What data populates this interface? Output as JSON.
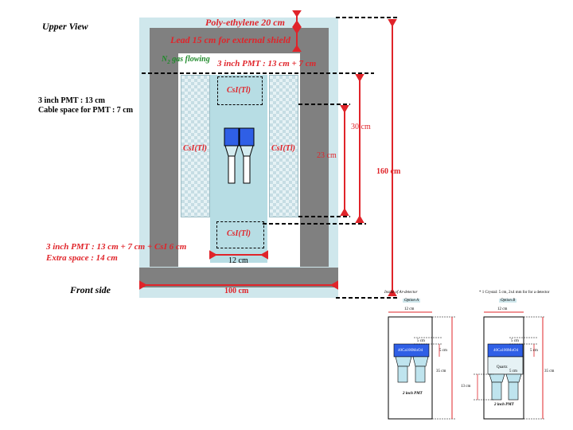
{
  "labels": {
    "upper_view": "Upper View",
    "poly": "Poly-ethylene 20 cm",
    "lead": "Lead 15 cm for external shield",
    "n2": "N",
    "n2_sub": "2",
    "n2_rest": " gas flowing",
    "pmt_top": "3 inch PMT : 13 cm + 7 cm",
    "pmt_left_1": "3 inch PMT : 13 cm",
    "pmt_left_2": "Cable space for PMT : 7 cm",
    "csi_top": "CsI(Tl)",
    "csi_left": "CsI(Tl)",
    "csi_right": "CsI(Tl)",
    "csi_bottom": "CsI(Tl)",
    "dim_30": "30 cm",
    "dim_23": "23 cm",
    "dim_160": "160 cm",
    "dim_12": "12 cm",
    "dim_100": "100 cm",
    "pmt_bottom_1": "3 inch PMT : 13 cm + 7 cm + CsI 6 cm",
    "pmt_bottom_2": "Extra space : 14 cm",
    "front_side": "Front side"
  },
  "inset": {
    "title_left": "Inside of Ar-detector",
    "title_right": "* 1 Crystal: 5 cm, 2x4 mm for for a detector",
    "option_a": "Option A",
    "option_b": "Option B",
    "width_a": "12 cm",
    "width_b": "12 cm",
    "crystal_a": "40Ca100MoO4",
    "crystal_b": "40Ca100MoO4",
    "dim5_a": "5 cm",
    "dim5_b": "5 cm",
    "side_a": "5 cm",
    "side_b": "5 cm",
    "height_a": "35 cm",
    "height_b": "35 cm",
    "quartz": "Quartz",
    "dim13": "13 cm",
    "pmt_a": "2 inch PMT",
    "pmt_b": "2 inch PMT",
    "gap_b": "5 cm"
  },
  "colors": {
    "shield_gray": "#808080",
    "poly_cyan": "#cfe7ec",
    "crystal_blue": "#2f5fe6",
    "red": "#e0242a"
  }
}
